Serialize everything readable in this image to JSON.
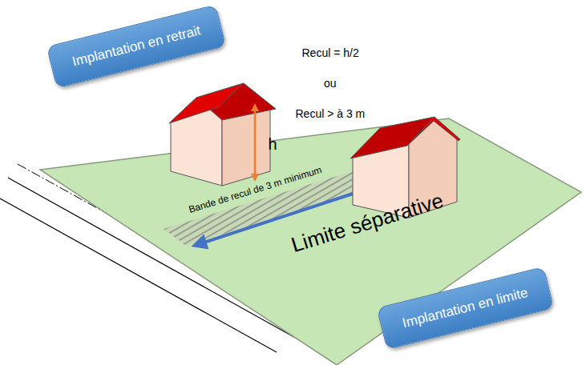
{
  "diagram": {
    "nodes": [
      {
        "text": [
          "Implantation en retrait"
        ]
      },
      {
        "text": [
          "Implantation en limite"
        ]
      }
    ],
    "labels": [
      "Recul = h/2",
      "ou",
      "Recul > à 3 m",
      "h",
      "Bande de recul de 3 m minimum",
      "Limite séparative"
    ]
  }
}
